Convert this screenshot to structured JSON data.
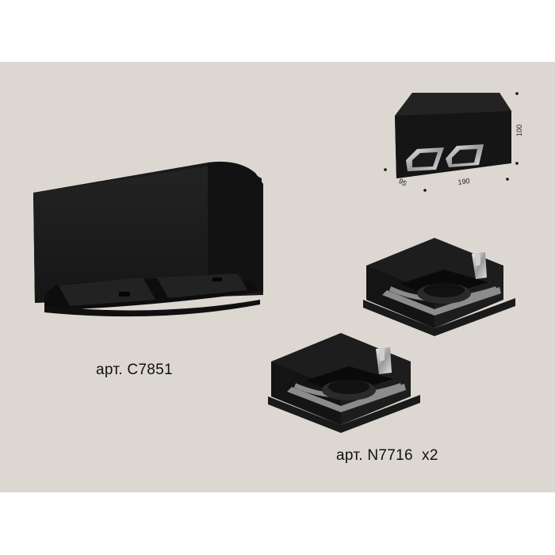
{
  "colors": {
    "background": "#dcd8d1",
    "product": "#1c1c1c",
    "trim": "#8c8c8c"
  },
  "products": {
    "housing": {
      "label": "арт. C7851"
    },
    "insert": {
      "label": "арт. N7716  x2"
    }
  },
  "dimensions": {
    "height": "100",
    "length": "190",
    "depth": "95"
  }
}
